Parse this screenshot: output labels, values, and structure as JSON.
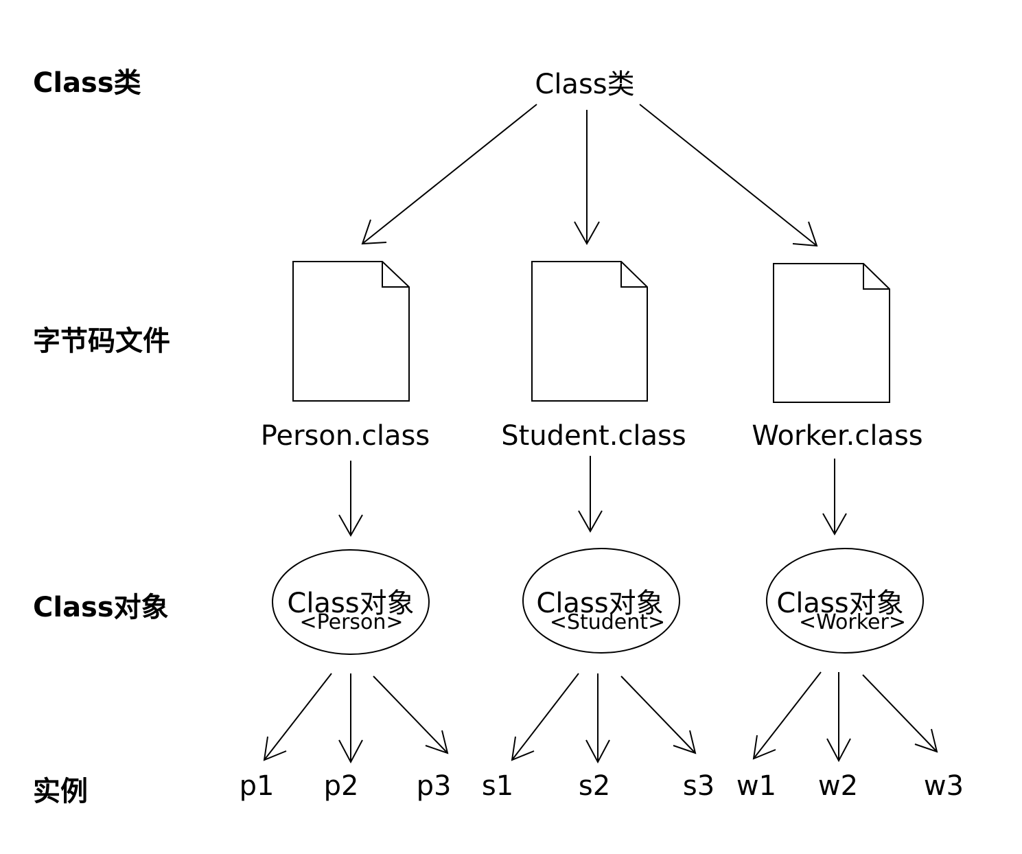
{
  "row_labels": {
    "class_class": "Class类",
    "bytecode_files": "字节码文件",
    "class_objects": "Class对象",
    "instances": "实例"
  },
  "root": {
    "label": "Class类"
  },
  "files": [
    {
      "label": "Person.class"
    },
    {
      "label": "Student.class"
    },
    {
      "label": "Worker.class"
    }
  ],
  "class_objects": [
    {
      "title": "Class对象",
      "type": "<Person>"
    },
    {
      "title": "Class对象",
      "type": "<Student>"
    },
    {
      "title": "Class对象",
      "type": "<Worker>"
    }
  ],
  "instances": [
    [
      "p1",
      "p2",
      "p3"
    ],
    [
      "s1",
      "s2",
      "s3"
    ],
    [
      "w1",
      "w2",
      "w3"
    ]
  ]
}
